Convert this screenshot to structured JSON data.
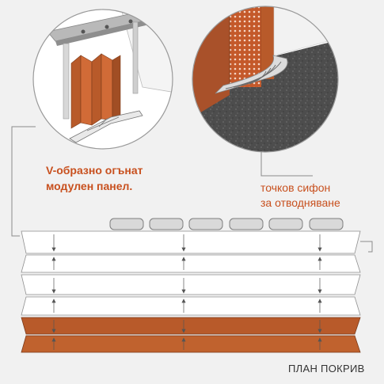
{
  "annotations": {
    "panel_line1": "V-образно огънат",
    "panel_line2": "модулен панел.",
    "drain_line1": "точков сифон",
    "drain_line2": "за отводняване"
  },
  "plan_title": "ПЛАН ПОКРИВ",
  "colors": {
    "background": "#f1f1f1",
    "accent": "#c8501e",
    "rust_panel": "#b85a2a",
    "white_panel": "#ffffff",
    "gravel": "#4a4a4a",
    "leader_line": "#8a8a8a"
  }
}
